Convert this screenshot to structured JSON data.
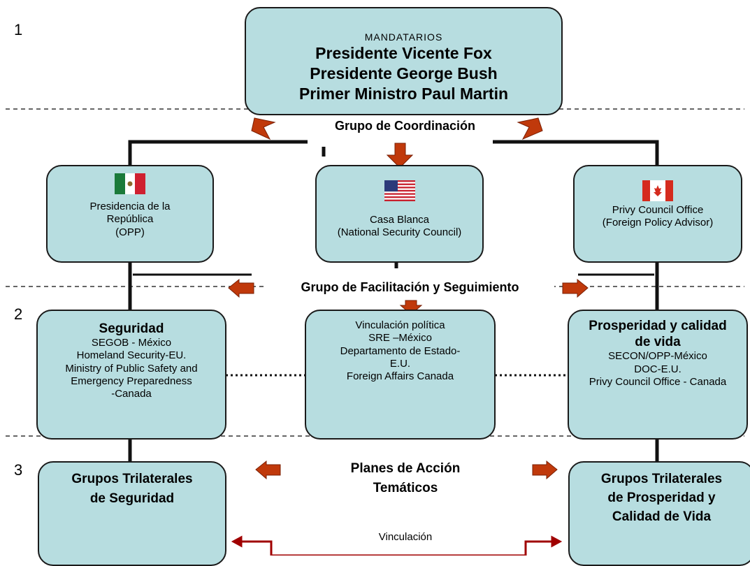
{
  "levels": [
    "1",
    "2",
    "3"
  ],
  "leaders": {
    "heading": "MANDATARIOS",
    "names": [
      "Presidente Vicente Fox",
      "Presidente George Bush",
      "Primer Ministro Paul Martin"
    ]
  },
  "coordination_label": "Grupo de Coordinación",
  "facilitation_label": "Grupo de Facilitación y Seguimiento",
  "action_plans_label": [
    "Planes de Acción",
    "Temáticos"
  ],
  "link_label": "Vinculación",
  "agencies": [
    {
      "flag": "mexico-flag",
      "lines": [
        "Presidencia de la",
        "República",
        "(OPP)"
      ]
    },
    {
      "flag": "usa-flag",
      "lines": [
        "Casa Blanca",
        "(National Security Council)"
      ]
    },
    {
      "flag": "canada-flag",
      "lines": [
        "Privy Council Office",
        "(Foreign Policy Advisor)"
      ]
    }
  ],
  "agendas": [
    {
      "title": "Seguridad",
      "lines": [
        "SEGOB - México",
        "Homeland Security-EU.",
        "Ministry of Public Safety and",
        "Emergency Preparedness",
        "-Canada"
      ]
    },
    {
      "title": "",
      "lines": [
        "Vinculación política",
        "SRE –México",
        "Departamento de Estado-",
        "E.U.",
        "Foreign Affairs Canada"
      ]
    },
    {
      "title": "Prosperidad y calidad de vida",
      "lines": [
        "SECON/OPP-México",
        "DOC-E.U.",
        "Privy Council Office - Canada"
      ]
    }
  ],
  "trilateral_groups": [
    {
      "lines": [
        "Grupos Trilaterales",
        "de Seguridad"
      ]
    },
    {
      "lines": [
        "Grupos Trilaterales",
        "de Prosperidad y",
        "Calidad de Vida"
      ]
    }
  ],
  "colors": {
    "box_fill": "#b7dde0",
    "arrow": "#c0390b",
    "link_line": "#a00000",
    "outline": "#1a1a1a"
  }
}
